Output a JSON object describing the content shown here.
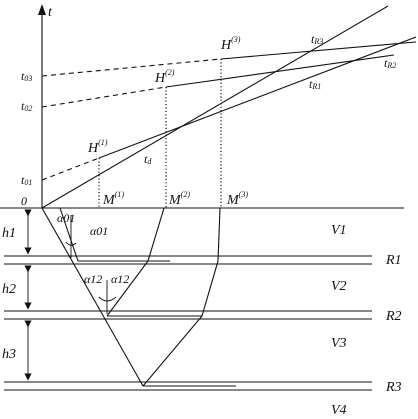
{
  "axis": {
    "t_label": "t",
    "origin_label": "0"
  },
  "t_ticks": [
    {
      "main": "t",
      "sub": "03"
    },
    {
      "main": "t",
      "sub": "02"
    },
    {
      "main": "t",
      "sub": "01"
    }
  ],
  "hyperbola_points": [
    {
      "main": "H",
      "sup": "(1)"
    },
    {
      "main": "H",
      "sup": "(2)"
    },
    {
      "main": "H",
      "sup": "(3)"
    }
  ],
  "m_points": [
    {
      "main": "M",
      "sup": "(1)"
    },
    {
      "main": "M",
      "sup": "(2)"
    },
    {
      "main": "M",
      "sup": "(3)"
    }
  ],
  "curve_labels": [
    {
      "main": "t",
      "sub": "R3"
    },
    {
      "main": "t",
      "sub": "R2"
    },
    {
      "main": "t",
      "sub": "R1"
    },
    {
      "main": "t",
      "sub": "d"
    }
  ],
  "angles": {
    "a01_left": "α01",
    "a01_right": "α01",
    "a12_left": "α12",
    "a12_right": "α12"
  },
  "thickness": [
    "h1",
    "h2",
    "h3"
  ],
  "velocities": [
    "V1",
    "V2",
    "V3",
    "V4"
  ],
  "reflectors": [
    "R1",
    "R2",
    "R3"
  ]
}
